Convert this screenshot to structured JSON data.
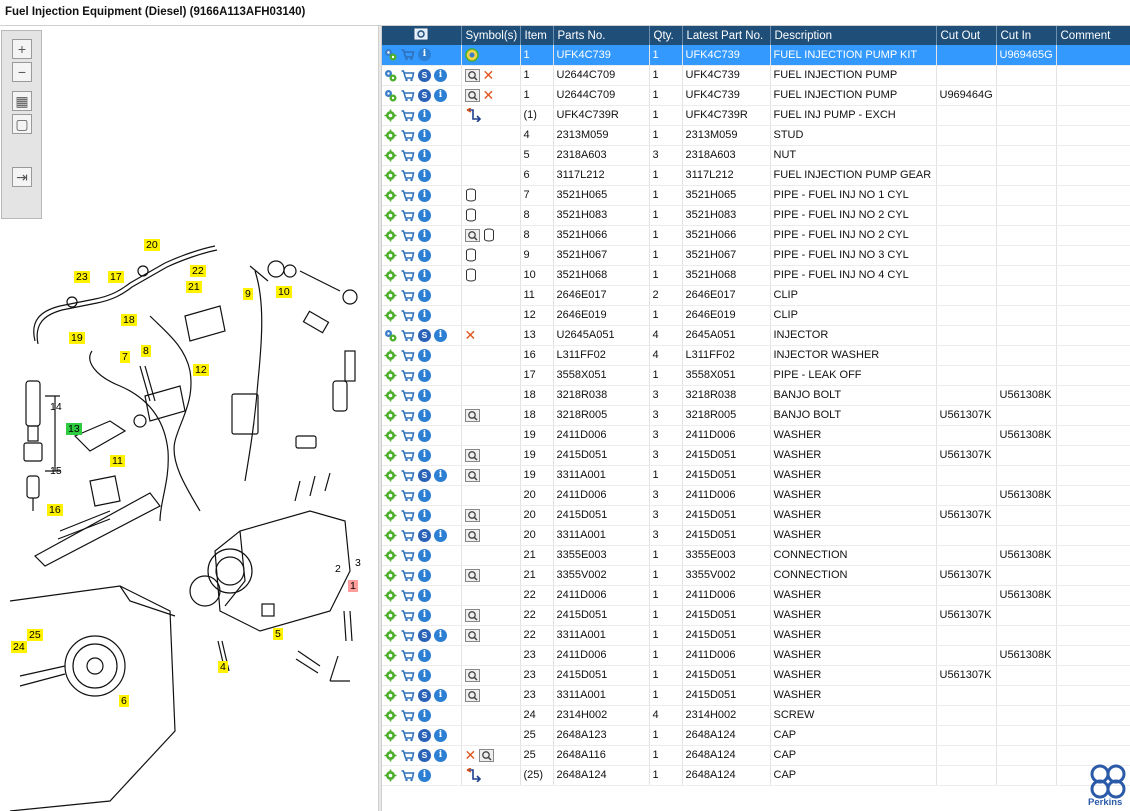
{
  "window": {
    "title": "Fuel Injection Equipment (Diesel) (9166A113AFH03140)"
  },
  "brand": {
    "name": "Perkins",
    "color": "#2a5aa8"
  },
  "colors": {
    "header_bg": "#1f4e79",
    "selected_row": "#3399ff",
    "callout_yellow": "#fff200",
    "callout_green": "#2ecc40",
    "callout_red": "#ff9c9c"
  },
  "toolbox": {
    "tools": [
      {
        "name": "zoom-in-icon",
        "glyph": "+"
      },
      {
        "name": "zoom-out-icon",
        "glyph": "−"
      },
      {
        "name": "fit-page-icon",
        "glyph": "▦"
      },
      {
        "name": "actual-size-icon",
        "glyph": "▢"
      },
      {
        "name": "export-icon",
        "glyph": "⇥"
      }
    ]
  },
  "diagram": {
    "callouts": [
      {
        "label": "20",
        "style": "y"
      },
      {
        "label": "23",
        "style": "y"
      },
      {
        "label": "17",
        "style": "y"
      },
      {
        "label": "22",
        "style": "y"
      },
      {
        "label": "21",
        "style": "y"
      },
      {
        "label": "9",
        "style": "y"
      },
      {
        "label": "10",
        "style": "y"
      },
      {
        "label": "18",
        "style": "y"
      },
      {
        "label": "19",
        "style": "y"
      },
      {
        "label": "8",
        "style": "y"
      },
      {
        "label": "7",
        "style": "y"
      },
      {
        "label": "12",
        "style": "y"
      },
      {
        "label": "14",
        "style": "p"
      },
      {
        "label": "13",
        "style": "g"
      },
      {
        "label": "11",
        "style": "y"
      },
      {
        "label": "15",
        "style": "p"
      },
      {
        "label": "16",
        "style": "y"
      },
      {
        "label": "2",
        "style": "p"
      },
      {
        "label": "3",
        "style": "p"
      },
      {
        "label": "1",
        "style": "r"
      },
      {
        "label": "25",
        "style": "y"
      },
      {
        "label": "24",
        "style": "y"
      },
      {
        "label": "5",
        "style": "y"
      },
      {
        "label": "4",
        "style": "y"
      },
      {
        "label": "6",
        "style": "y"
      }
    ]
  },
  "grid": {
    "headers": {
      "icons": "",
      "symbols": "Symbol(s)",
      "item": "Item",
      "part": "Parts No.",
      "qty": "Qty.",
      "latest": "Latest Part No.",
      "desc": "Description",
      "cutout": "Cut Out",
      "cutin": "Cut In",
      "comment": "Comment"
    },
    "rows": [
      {
        "icons": [
          "basket",
          "info"
        ],
        "sym": [
          "smiley"
        ],
        "item": "1",
        "part": "UFK4C739",
        "qty": "1",
        "latest": "UFK4C739",
        "desc": "FUEL INJECTION PUMP KIT",
        "cutout": "",
        "cutin": "U969465G",
        "comment": "",
        "selected": true,
        "lead": "kit"
      },
      {
        "icons": [
          "basket",
          "s",
          "info"
        ],
        "sym": [
          "magnify",
          "x"
        ],
        "item": "1",
        "part": "U2644C709",
        "qty": "1",
        "latest": "UFK4C739",
        "desc": "FUEL INJECTION PUMP",
        "cutout": "",
        "cutin": "",
        "comment": "",
        "lead": "kit"
      },
      {
        "icons": [
          "basket",
          "s",
          "info"
        ],
        "sym": [
          "magnify",
          "x"
        ],
        "item": "1",
        "part": "U2644C709",
        "qty": "1",
        "latest": "UFK4C739",
        "desc": "FUEL INJECTION PUMP",
        "cutout": "U969464G",
        "cutin": "",
        "comment": "",
        "lead": "kit"
      },
      {
        "icons": [
          "basket",
          "info"
        ],
        "sym": [
          "exchange"
        ],
        "item": "(1)",
        "part": "UFK4C739R",
        "qty": "1",
        "latest": "UFK4C739R",
        "desc": "FUEL INJ PUMP - EXCH",
        "cutout": "",
        "cutin": "",
        "comment": "",
        "lead": "gear"
      },
      {
        "icons": [
          "basket",
          "info"
        ],
        "sym": [],
        "item": "4",
        "part": "2313M059",
        "qty": "1",
        "latest": "2313M059",
        "desc": "STUD",
        "cutout": "",
        "cutin": "",
        "comment": "",
        "lead": "gear"
      },
      {
        "icons": [
          "basket",
          "info"
        ],
        "sym": [],
        "item": "5",
        "part": "2318A603",
        "qty": "3",
        "latest": "2318A603",
        "desc": "NUT",
        "cutout": "",
        "cutin": "",
        "comment": "",
        "lead": "gear"
      },
      {
        "icons": [
          "basket",
          "info"
        ],
        "sym": [],
        "item": "6",
        "part": "3117L212",
        "qty": "1",
        "latest": "3117L212",
        "desc": "FUEL INJECTION PUMP GEAR",
        "cutout": "",
        "cutin": "",
        "comment": "",
        "lead": "gear"
      },
      {
        "icons": [
          "basket",
          "info"
        ],
        "sym": [
          "cyl"
        ],
        "item": "7",
        "part": "3521H065",
        "qty": "1",
        "latest": "3521H065",
        "desc": "PIPE - FUEL INJ NO 1 CYL",
        "cutout": "",
        "cutin": "",
        "comment": "",
        "lead": "gear"
      },
      {
        "icons": [
          "basket",
          "info"
        ],
        "sym": [
          "cyl"
        ],
        "item": "8",
        "part": "3521H083",
        "qty": "1",
        "latest": "3521H083",
        "desc": "PIPE - FUEL INJ NO 2 CYL",
        "cutout": "",
        "cutin": "",
        "comment": "",
        "lead": "gear"
      },
      {
        "icons": [
          "basket",
          "info"
        ],
        "sym": [
          "magnify",
          "cyl"
        ],
        "item": "8",
        "part": "3521H066",
        "qty": "1",
        "latest": "3521H066",
        "desc": "PIPE - FUEL INJ NO 2 CYL",
        "cutout": "",
        "cutin": "",
        "comment": "",
        "lead": "gear"
      },
      {
        "icons": [
          "basket",
          "info"
        ],
        "sym": [
          "cyl"
        ],
        "item": "9",
        "part": "3521H067",
        "qty": "1",
        "latest": "3521H067",
        "desc": "PIPE - FUEL INJ NO 3 CYL",
        "cutout": "",
        "cutin": "",
        "comment": "",
        "lead": "gear"
      },
      {
        "icons": [
          "basket",
          "info"
        ],
        "sym": [
          "cyl"
        ],
        "item": "10",
        "part": "3521H068",
        "qty": "1",
        "latest": "3521H068",
        "desc": "PIPE - FUEL INJ NO 4 CYL",
        "cutout": "",
        "cutin": "",
        "comment": "",
        "lead": "gear"
      },
      {
        "icons": [
          "basket",
          "info"
        ],
        "sym": [],
        "item": "11",
        "part": "2646E017",
        "qty": "2",
        "latest": "2646E017",
        "desc": "CLIP",
        "cutout": "",
        "cutin": "",
        "comment": "",
        "lead": "gear"
      },
      {
        "icons": [
          "basket",
          "info"
        ],
        "sym": [],
        "item": "12",
        "part": "2646E019",
        "qty": "1",
        "latest": "2646E019",
        "desc": "CLIP",
        "cutout": "",
        "cutin": "",
        "comment": "",
        "lead": "gear"
      },
      {
        "icons": [
          "basket",
          "s",
          "info"
        ],
        "sym": [
          "x"
        ],
        "item": "13",
        "part": "U2645A051",
        "qty": "4",
        "latest": "2645A051",
        "desc": "INJECTOR",
        "cutout": "",
        "cutin": "",
        "comment": "",
        "lead": "kit"
      },
      {
        "icons": [
          "basket",
          "info"
        ],
        "sym": [],
        "item": "16",
        "part": "L311FF02",
        "qty": "4",
        "latest": "L311FF02",
        "desc": "INJECTOR WASHER",
        "cutout": "",
        "cutin": "",
        "comment": "",
        "lead": "gear"
      },
      {
        "icons": [
          "basket",
          "info"
        ],
        "sym": [],
        "item": "17",
        "part": "3558X051",
        "qty": "1",
        "latest": "3558X051",
        "desc": "PIPE - LEAK OFF",
        "cutout": "",
        "cutin": "",
        "comment": "",
        "lead": "gear"
      },
      {
        "icons": [
          "basket",
          "info"
        ],
        "sym": [],
        "item": "18",
        "part": "3218R038",
        "qty": "3",
        "latest": "3218R038",
        "desc": "BANJO BOLT",
        "cutout": "",
        "cutin": "U561308K",
        "comment": "",
        "lead": "gear"
      },
      {
        "icons": [
          "basket",
          "info"
        ],
        "sym": [
          "magnify"
        ],
        "item": "18",
        "part": "3218R005",
        "qty": "3",
        "latest": "3218R005",
        "desc": "BANJO BOLT",
        "cutout": "U561307K",
        "cutin": "",
        "comment": "",
        "lead": "gear"
      },
      {
        "icons": [
          "basket",
          "info"
        ],
        "sym": [],
        "item": "19",
        "part": "2411D006",
        "qty": "3",
        "latest": "2411D006",
        "desc": "WASHER",
        "cutout": "",
        "cutin": "U561308K",
        "comment": "",
        "lead": "gear"
      },
      {
        "icons": [
          "basket",
          "info"
        ],
        "sym": [
          "magnify"
        ],
        "item": "19",
        "part": "2415D051",
        "qty": "3",
        "latest": "2415D051",
        "desc": "WASHER",
        "cutout": "U561307K",
        "cutin": "",
        "comment": "",
        "lead": "gear"
      },
      {
        "icons": [
          "basket",
          "s",
          "info"
        ],
        "sym": [
          "magnify"
        ],
        "item": "19",
        "part": "3311A001",
        "qty": "1",
        "latest": "2415D051",
        "desc": "WASHER",
        "cutout": "",
        "cutin": "",
        "comment": "",
        "lead": "gear"
      },
      {
        "icons": [
          "basket",
          "info"
        ],
        "sym": [],
        "item": "20",
        "part": "2411D006",
        "qty": "3",
        "latest": "2411D006",
        "desc": "WASHER",
        "cutout": "",
        "cutin": "U561308K",
        "comment": "",
        "lead": "gear"
      },
      {
        "icons": [
          "basket",
          "info"
        ],
        "sym": [
          "magnify"
        ],
        "item": "20",
        "part": "2415D051",
        "qty": "3",
        "latest": "2415D051",
        "desc": "WASHER",
        "cutout": "U561307K",
        "cutin": "",
        "comment": "",
        "lead": "gear"
      },
      {
        "icons": [
          "basket",
          "s",
          "info"
        ],
        "sym": [
          "magnify"
        ],
        "item": "20",
        "part": "3311A001",
        "qty": "3",
        "latest": "2415D051",
        "desc": "WASHER",
        "cutout": "",
        "cutin": "",
        "comment": "",
        "lead": "gear"
      },
      {
        "icons": [
          "basket",
          "info"
        ],
        "sym": [],
        "item": "21",
        "part": "3355E003",
        "qty": "1",
        "latest": "3355E003",
        "desc": "CONNECTION",
        "cutout": "",
        "cutin": "U561308K",
        "comment": "",
        "lead": "gear"
      },
      {
        "icons": [
          "basket",
          "info"
        ],
        "sym": [
          "magnify"
        ],
        "item": "21",
        "part": "3355V002",
        "qty": "1",
        "latest": "3355V002",
        "desc": "CONNECTION",
        "cutout": "U561307K",
        "cutin": "",
        "comment": "",
        "lead": "gear"
      },
      {
        "icons": [
          "basket",
          "info"
        ],
        "sym": [],
        "item": "22",
        "part": "2411D006",
        "qty": "1",
        "latest": "2411D006",
        "desc": "WASHER",
        "cutout": "",
        "cutin": "U561308K",
        "comment": "",
        "lead": "gear"
      },
      {
        "icons": [
          "basket",
          "info"
        ],
        "sym": [
          "magnify"
        ],
        "item": "22",
        "part": "2415D051",
        "qty": "1",
        "latest": "2415D051",
        "desc": "WASHER",
        "cutout": "U561307K",
        "cutin": "",
        "comment": "",
        "lead": "gear"
      },
      {
        "icons": [
          "basket",
          "s",
          "info"
        ],
        "sym": [
          "magnify"
        ],
        "item": "22",
        "part": "3311A001",
        "qty": "1",
        "latest": "2415D051",
        "desc": "WASHER",
        "cutout": "",
        "cutin": "",
        "comment": "",
        "lead": "gear"
      },
      {
        "icons": [
          "basket",
          "info"
        ],
        "sym": [],
        "item": "23",
        "part": "2411D006",
        "qty": "1",
        "latest": "2411D006",
        "desc": "WASHER",
        "cutout": "",
        "cutin": "U561308K",
        "comment": "",
        "lead": "gear"
      },
      {
        "icons": [
          "basket",
          "info"
        ],
        "sym": [
          "magnify"
        ],
        "item": "23",
        "part": "2415D051",
        "qty": "1",
        "latest": "2415D051",
        "desc": "WASHER",
        "cutout": "U561307K",
        "cutin": "",
        "comment": "",
        "lead": "gear"
      },
      {
        "icons": [
          "basket",
          "s",
          "info"
        ],
        "sym": [
          "magnify"
        ],
        "item": "23",
        "part": "3311A001",
        "qty": "1",
        "latest": "2415D051",
        "desc": "WASHER",
        "cutout": "",
        "cutin": "",
        "comment": "",
        "lead": "gear"
      },
      {
        "icons": [
          "basket",
          "info"
        ],
        "sym": [],
        "item": "24",
        "part": "2314H002",
        "qty": "4",
        "latest": "2314H002",
        "desc": "SCREW",
        "cutout": "",
        "cutin": "",
        "comment": "",
        "lead": "gear"
      },
      {
        "icons": [
          "basket",
          "s",
          "info"
        ],
        "sym": [],
        "item": "25",
        "part": "2648A123",
        "qty": "1",
        "latest": "2648A124",
        "desc": "CAP",
        "cutout": "",
        "cutin": "",
        "comment": "",
        "lead": "gear"
      },
      {
        "icons": [
          "basket",
          "s",
          "info"
        ],
        "sym": [
          "x",
          "magnify"
        ],
        "item": "25",
        "part": "2648A116",
        "qty": "1",
        "latest": "2648A124",
        "desc": "CAP",
        "cutout": "",
        "cutin": "",
        "comment": "",
        "lead": "gear"
      },
      {
        "icons": [
          "basket",
          "info"
        ],
        "sym": [
          "exchange"
        ],
        "item": "(25)",
        "part": "2648A124",
        "qty": "1",
        "latest": "2648A124",
        "desc": "CAP",
        "cutout": "",
        "cutin": "",
        "comment": "",
        "lead": "gear"
      }
    ]
  }
}
